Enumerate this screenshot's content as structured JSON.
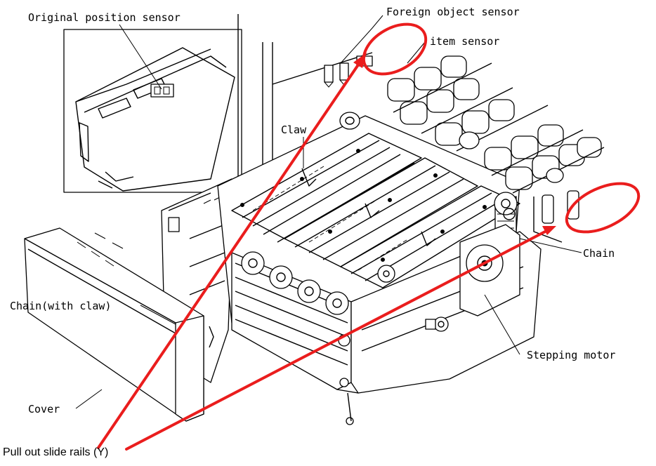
{
  "labels": {
    "original_position_sensor": "Original position sensor",
    "foreign_object_sensor": "Foreign object sensor",
    "item_sensor": "item sensor",
    "claw": "Claw",
    "chain": "Chain",
    "chain_with_claw": "Chain(with claw)",
    "stepping_motor": "Stepping motor",
    "cover": "Cover"
  },
  "caption": "Pull out slide rails (Y)",
  "colors": {
    "annotation": "#ea1d1d",
    "line_art": "#000000",
    "background": "#ffffff"
  }
}
